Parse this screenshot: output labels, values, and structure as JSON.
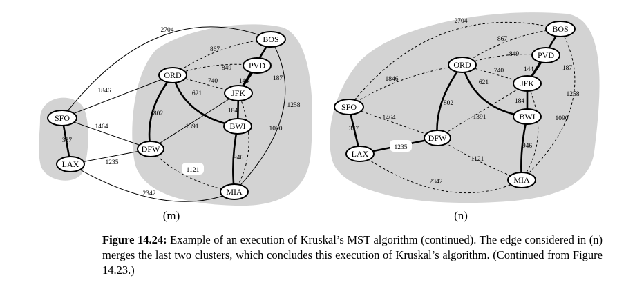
{
  "colors": {
    "cluster_fill": "#d3d3d3",
    "edge_color": "#000000",
    "node_fill": "#ffffff"
  },
  "panels": [
    {
      "id": "m",
      "label": "(m)",
      "nodes": [
        "SFO",
        "LAX",
        "DFW",
        "ORD",
        "PVD",
        "BOS",
        "JFK",
        "BWI",
        "MIA"
      ],
      "edges": [
        {
          "u": "SFO",
          "v": "LAX",
          "w": "337",
          "style": "tree"
        },
        {
          "u": "SFO",
          "v": "BOS",
          "w": "2704",
          "style": "thin"
        },
        {
          "u": "SFO",
          "v": "ORD",
          "w": "1846",
          "style": "thin"
        },
        {
          "u": "SFO",
          "v": "DFW",
          "w": "1464",
          "style": "thin"
        },
        {
          "u": "LAX",
          "v": "DFW",
          "w": "1235",
          "style": "thin"
        },
        {
          "u": "LAX",
          "v": "MIA",
          "w": "2342",
          "style": "thin"
        },
        {
          "u": "ORD",
          "v": "BOS",
          "w": "867",
          "style": "dashed"
        },
        {
          "u": "ORD",
          "v": "PVD",
          "w": "849",
          "style": "dashed"
        },
        {
          "u": "ORD",
          "v": "JFK",
          "w": "740",
          "style": "dashed"
        },
        {
          "u": "ORD",
          "v": "DFW",
          "w": "802",
          "style": "tree"
        },
        {
          "u": "ORD",
          "v": "BWI",
          "w": "621",
          "style": "tree"
        },
        {
          "u": "PVD",
          "v": "JFK",
          "w": "144",
          "style": "tree"
        },
        {
          "u": "BOS",
          "v": "JFK",
          "w": "187",
          "style": "tree"
        },
        {
          "u": "BOS",
          "v": "MIA",
          "w": "1258",
          "style": "thin"
        },
        {
          "u": "JFK",
          "v": "BWI",
          "w": "184",
          "style": "tree"
        },
        {
          "u": "JFK",
          "v": "DFW",
          "w": "1391",
          "style": "thin"
        },
        {
          "u": "JFK",
          "v": "MIA",
          "w": "1090",
          "style": "dashed"
        },
        {
          "u": "BWI",
          "v": "MIA",
          "w": "946",
          "style": "tree"
        },
        {
          "u": "DFW",
          "v": "MIA",
          "w": "1121",
          "style": "dashed",
          "highlight": true
        }
      ]
    },
    {
      "id": "n",
      "label": "(n)",
      "nodes": [
        "SFO",
        "LAX",
        "DFW",
        "ORD",
        "PVD",
        "BOS",
        "JFK",
        "BWI",
        "MIA"
      ],
      "edges": [
        {
          "u": "SFO",
          "v": "LAX",
          "w": "337",
          "style": "tree"
        },
        {
          "u": "SFO",
          "v": "BOS",
          "w": "2704",
          "style": "dashed"
        },
        {
          "u": "SFO",
          "v": "ORD",
          "w": "1846",
          "style": "dashed"
        },
        {
          "u": "SFO",
          "v": "DFW",
          "w": "1464",
          "style": "dashed"
        },
        {
          "u": "LAX",
          "v": "DFW",
          "w": "1235",
          "style": "tree",
          "highlight": true
        },
        {
          "u": "LAX",
          "v": "MIA",
          "w": "2342",
          "style": "dashed"
        },
        {
          "u": "ORD",
          "v": "BOS",
          "w": "867",
          "style": "dashed"
        },
        {
          "u": "ORD",
          "v": "PVD",
          "w": "849",
          "style": "dashed"
        },
        {
          "u": "ORD",
          "v": "JFK",
          "w": "740",
          "style": "dashed"
        },
        {
          "u": "ORD",
          "v": "DFW",
          "w": "802",
          "style": "tree"
        },
        {
          "u": "ORD",
          "v": "BWI",
          "w": "621",
          "style": "tree"
        },
        {
          "u": "PVD",
          "v": "JFK",
          "w": "144",
          "style": "tree"
        },
        {
          "u": "BOS",
          "v": "JFK",
          "w": "187",
          "style": "tree"
        },
        {
          "u": "BOS",
          "v": "MIA",
          "w": "1258",
          "style": "dashed"
        },
        {
          "u": "JFK",
          "v": "BWI",
          "w": "184",
          "style": "tree"
        },
        {
          "u": "JFK",
          "v": "DFW",
          "w": "1391",
          "style": "dashed"
        },
        {
          "u": "JFK",
          "v": "MIA",
          "w": "1090",
          "style": "dashed"
        },
        {
          "u": "BWI",
          "v": "MIA",
          "w": "946",
          "style": "tree"
        },
        {
          "u": "DFW",
          "v": "MIA",
          "w": "1121",
          "style": "dashed"
        }
      ]
    }
  ],
  "caption": {
    "prefix": "Figure 14.24:",
    "text": " Example of an execution of Kruskal’s MST algorithm (continued). The edge considered in (n) merges the last two clusters, which concludes this execution of Kruskal’s algorithm. (Continued from Figure 14.23.)"
  }
}
